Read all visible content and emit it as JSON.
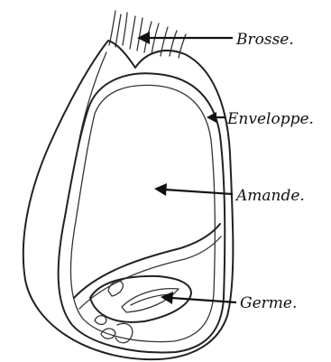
{
  "labels": {
    "brosse": "Brosse.",
    "enveloppe": "Enveloppe.",
    "amande": "Amande.",
    "germe": "Germe."
  }
}
